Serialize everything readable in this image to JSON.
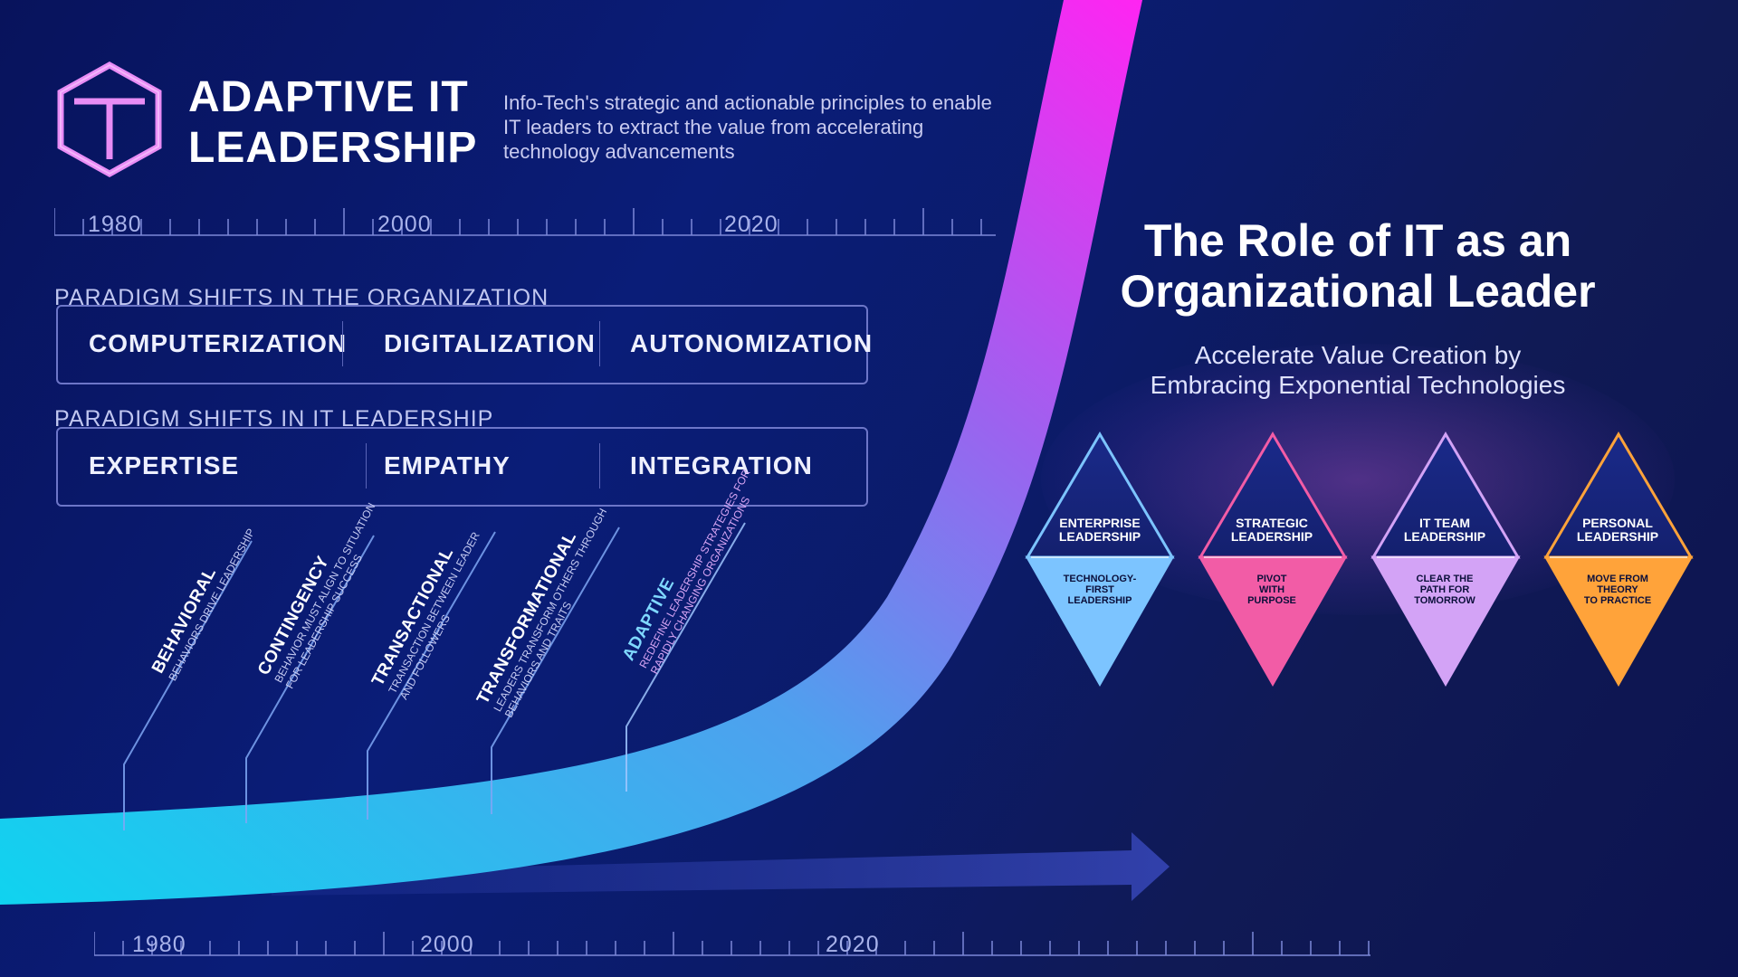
{
  "header": {
    "logo_line1": "ADAPTIVE IT",
    "logo_line2": "LEADERSHIP",
    "tagline": "Info-Tech's strategic and actionable principles to enable IT leaders to extract the value from accelerating technology advancements"
  },
  "top_timeline": {
    "labels": [
      "1980",
      "2000",
      "2020"
    ]
  },
  "organization": {
    "title": "PARADIGM SHIFTS IN THE ORGANIZATION",
    "items": [
      "COMPUTERIZATION",
      "DIGITALIZATION",
      "AUTONOMIZATION"
    ]
  },
  "it_leadership": {
    "title": "PARADIGM SHIFTS IN IT LEADERSHIP",
    "items": [
      "EXPERTISE",
      "EMPATHY",
      "INTEGRATION"
    ]
  },
  "styles": [
    {
      "name": "BEHAVIORAL",
      "desc1": "BEHAVIORS DRIVE LEADERSHIP",
      "desc2": ""
    },
    {
      "name": "CONTINGENCY",
      "desc1": "BEHAVIOR MUST ALIGN TO SITUATION",
      "desc2": "FOR LEADERSHIP SUCCESS"
    },
    {
      "name": "TRANSACTIONAL",
      "desc1": "TRANSACTION BETWEEN LEADER",
      "desc2": "AND FOLLOWERS"
    },
    {
      "name": "TRANSFORMATIONAL",
      "desc1": "LEADERS TRANSFORM OTHERS THROUGH",
      "desc2": "BEHAVIORS AND TRAITS"
    },
    {
      "name": "ADAPTIVE",
      "desc1": "REDEFINE LEADERSHIP STRATEGIES FOR",
      "desc2": "RAPIDLY CHANGING ORGANIZATIONS"
    }
  ],
  "bottom_timeline": {
    "labels": [
      "1980",
      "2000",
      "2020"
    ]
  },
  "right_panel": {
    "title_line1": "The Role of IT as an",
    "title_line2": "Organizational Leader",
    "subtitle_line1": "Accelerate Value Creation by",
    "subtitle_line2": "Embracing Exponential Technologies"
  },
  "diamonds": [
    {
      "top1": "ENTERPRISE",
      "top2": "LEADERSHIP",
      "bot": [
        "TECHNOLOGY-",
        "FIRST",
        "LEADERSHIP"
      ],
      "color": "#7cc4ff"
    },
    {
      "top1": "STRATEGIC",
      "top2": "LEADERSHIP",
      "bot": [
        "PIVOT",
        "WITH",
        "PURPOSE"
      ],
      "color": "#f25ca6"
    },
    {
      "top1": "IT TEAM",
      "top2": "LEADERSHIP",
      "bot": [
        "CLEAR THE",
        "PATH FOR",
        "TOMORROW"
      ],
      "color": "#d3a3f6"
    },
    {
      "top1": "PERSONAL",
      "top2": "LEADERSHIP",
      "bot": [
        "MOVE FROM",
        "THEORY",
        "TO PRACTICE"
      ],
      "color": "#ffa33a"
    }
  ],
  "colors": {
    "curve_start": "#16c6ee",
    "curve_end": "#ff2bf0",
    "accent_pink": "#e58ef5"
  }
}
